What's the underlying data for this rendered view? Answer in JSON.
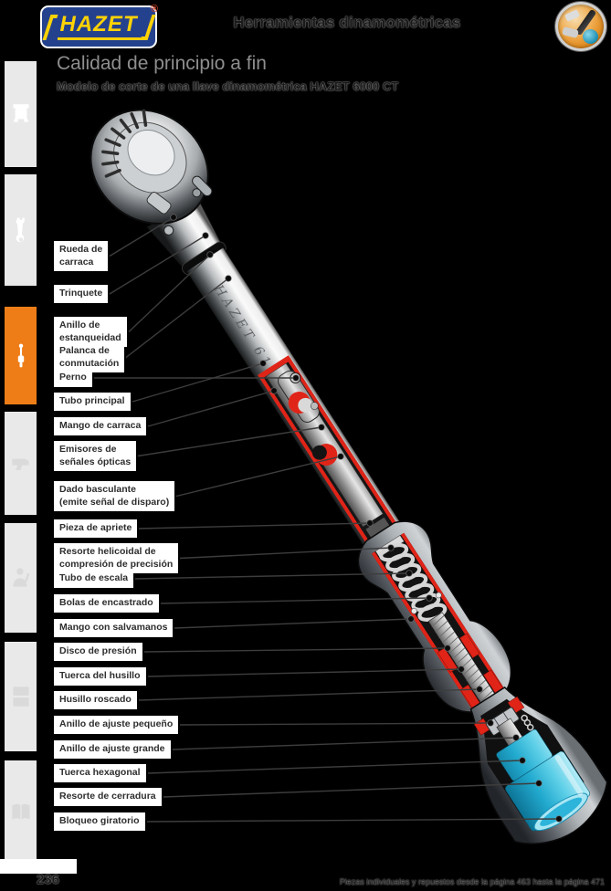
{
  "header": {
    "logo_text": "HAZET",
    "registered_mark": "®",
    "section_title": "Herramientas dinamométricas"
  },
  "sidebar": {
    "active_color": "#ee7d17",
    "tabs": [
      {
        "icon": "socket-icon",
        "active": false
      },
      {
        "icon": "combination-wrench-icon",
        "active": false
      },
      {
        "icon": "torque-screwdriver-icon",
        "active": true
      },
      {
        "icon": "drill-icon",
        "active": false
      },
      {
        "icon": "mechanic-icon",
        "active": false
      },
      {
        "icon": "workshop-equipment-icon",
        "active": false
      },
      {
        "icon": "catalog-book-icon",
        "active": false
      }
    ]
  },
  "intro": {
    "title": "Calidad de principio a fin",
    "subtitle": "Modelo de corte de una llave dinamométrica HAZET 6000 CT"
  },
  "illustration": {
    "engraving": "HAZET 6121 CT",
    "accent_red": "#e02418",
    "accent_teal": "#2fb5d8"
  },
  "part_labels": [
    {
      "text": "Rueda de\ncarraca"
    },
    {
      "text": "Trinquete"
    },
    {
      "text": "Anillo de\nestanqueidad"
    },
    {
      "text": "Palanca de\nconmutación"
    },
    {
      "text": "Perno"
    },
    {
      "text": "Tubo principal"
    },
    {
      "text": "Mango de carraca"
    },
    {
      "text": "Emisores de\nseñales ópticas"
    },
    {
      "text": "Dado basculante\n(emite señal de disparo)"
    },
    {
      "text": "Pieza de apriete"
    },
    {
      "text": "Resorte helicoidal de\ncompresión de precisión"
    },
    {
      "text": "Tubo de escala"
    },
    {
      "text": "Bolas de encastrado"
    },
    {
      "text": "Mango con salvamanos"
    },
    {
      "text": "Disco de presión"
    },
    {
      "text": "Tuerca del husillo"
    },
    {
      "text": "Husillo roscado"
    },
    {
      "text": "Anillo de ajuste pequeño"
    },
    {
      "text": "Anillo de ajuste grande"
    },
    {
      "text": "Tuerca hexagonal"
    },
    {
      "text": "Resorte de cerradura"
    },
    {
      "text": "Bloqueo giratorio"
    }
  ],
  "footer": {
    "page_number": "236",
    "note": "Piezas individuales y repuestos desde la página 463 hasta la página 471"
  }
}
